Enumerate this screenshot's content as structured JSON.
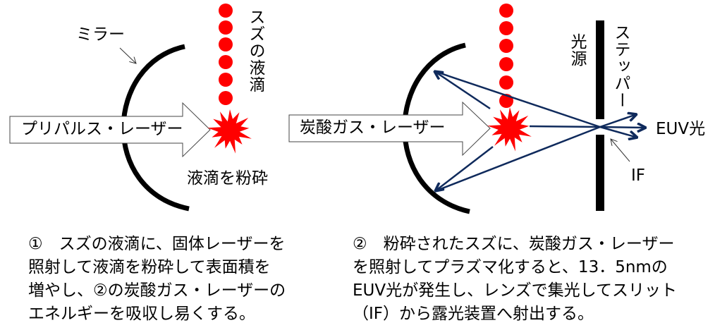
{
  "colors": {
    "droplet": "#ff0000",
    "beam": "#0f2a5c",
    "mirror": "#000000"
  },
  "left": {
    "mirror_label": "ミラー",
    "droplet_label": "スズの液滴",
    "laser_label": "プリパルス・レーザー",
    "result_label": "液滴を粉砕",
    "caption": [
      "①　スズの液滴に、固体レーザーを",
      "照射して液滴を粉砕して表面積を",
      "増やし、②の炭酸ガス・レーザーの",
      "エネルギーを吸収し易くする。"
    ]
  },
  "right": {
    "laser_label": "炭酸ガス・レーザー",
    "source_label": "光源",
    "stepper_label": "ステッパー",
    "euv_label": "EUV光",
    "if_label": "IF",
    "caption": [
      "②　粉砕されたスズに、炭酸ガス・レーザー",
      "を照射してプラズマ化すると、13．5nmの",
      "EUV光が発生し、レンズで集光してスリット",
      "（IF）から露光装置へ射出する。"
    ]
  }
}
